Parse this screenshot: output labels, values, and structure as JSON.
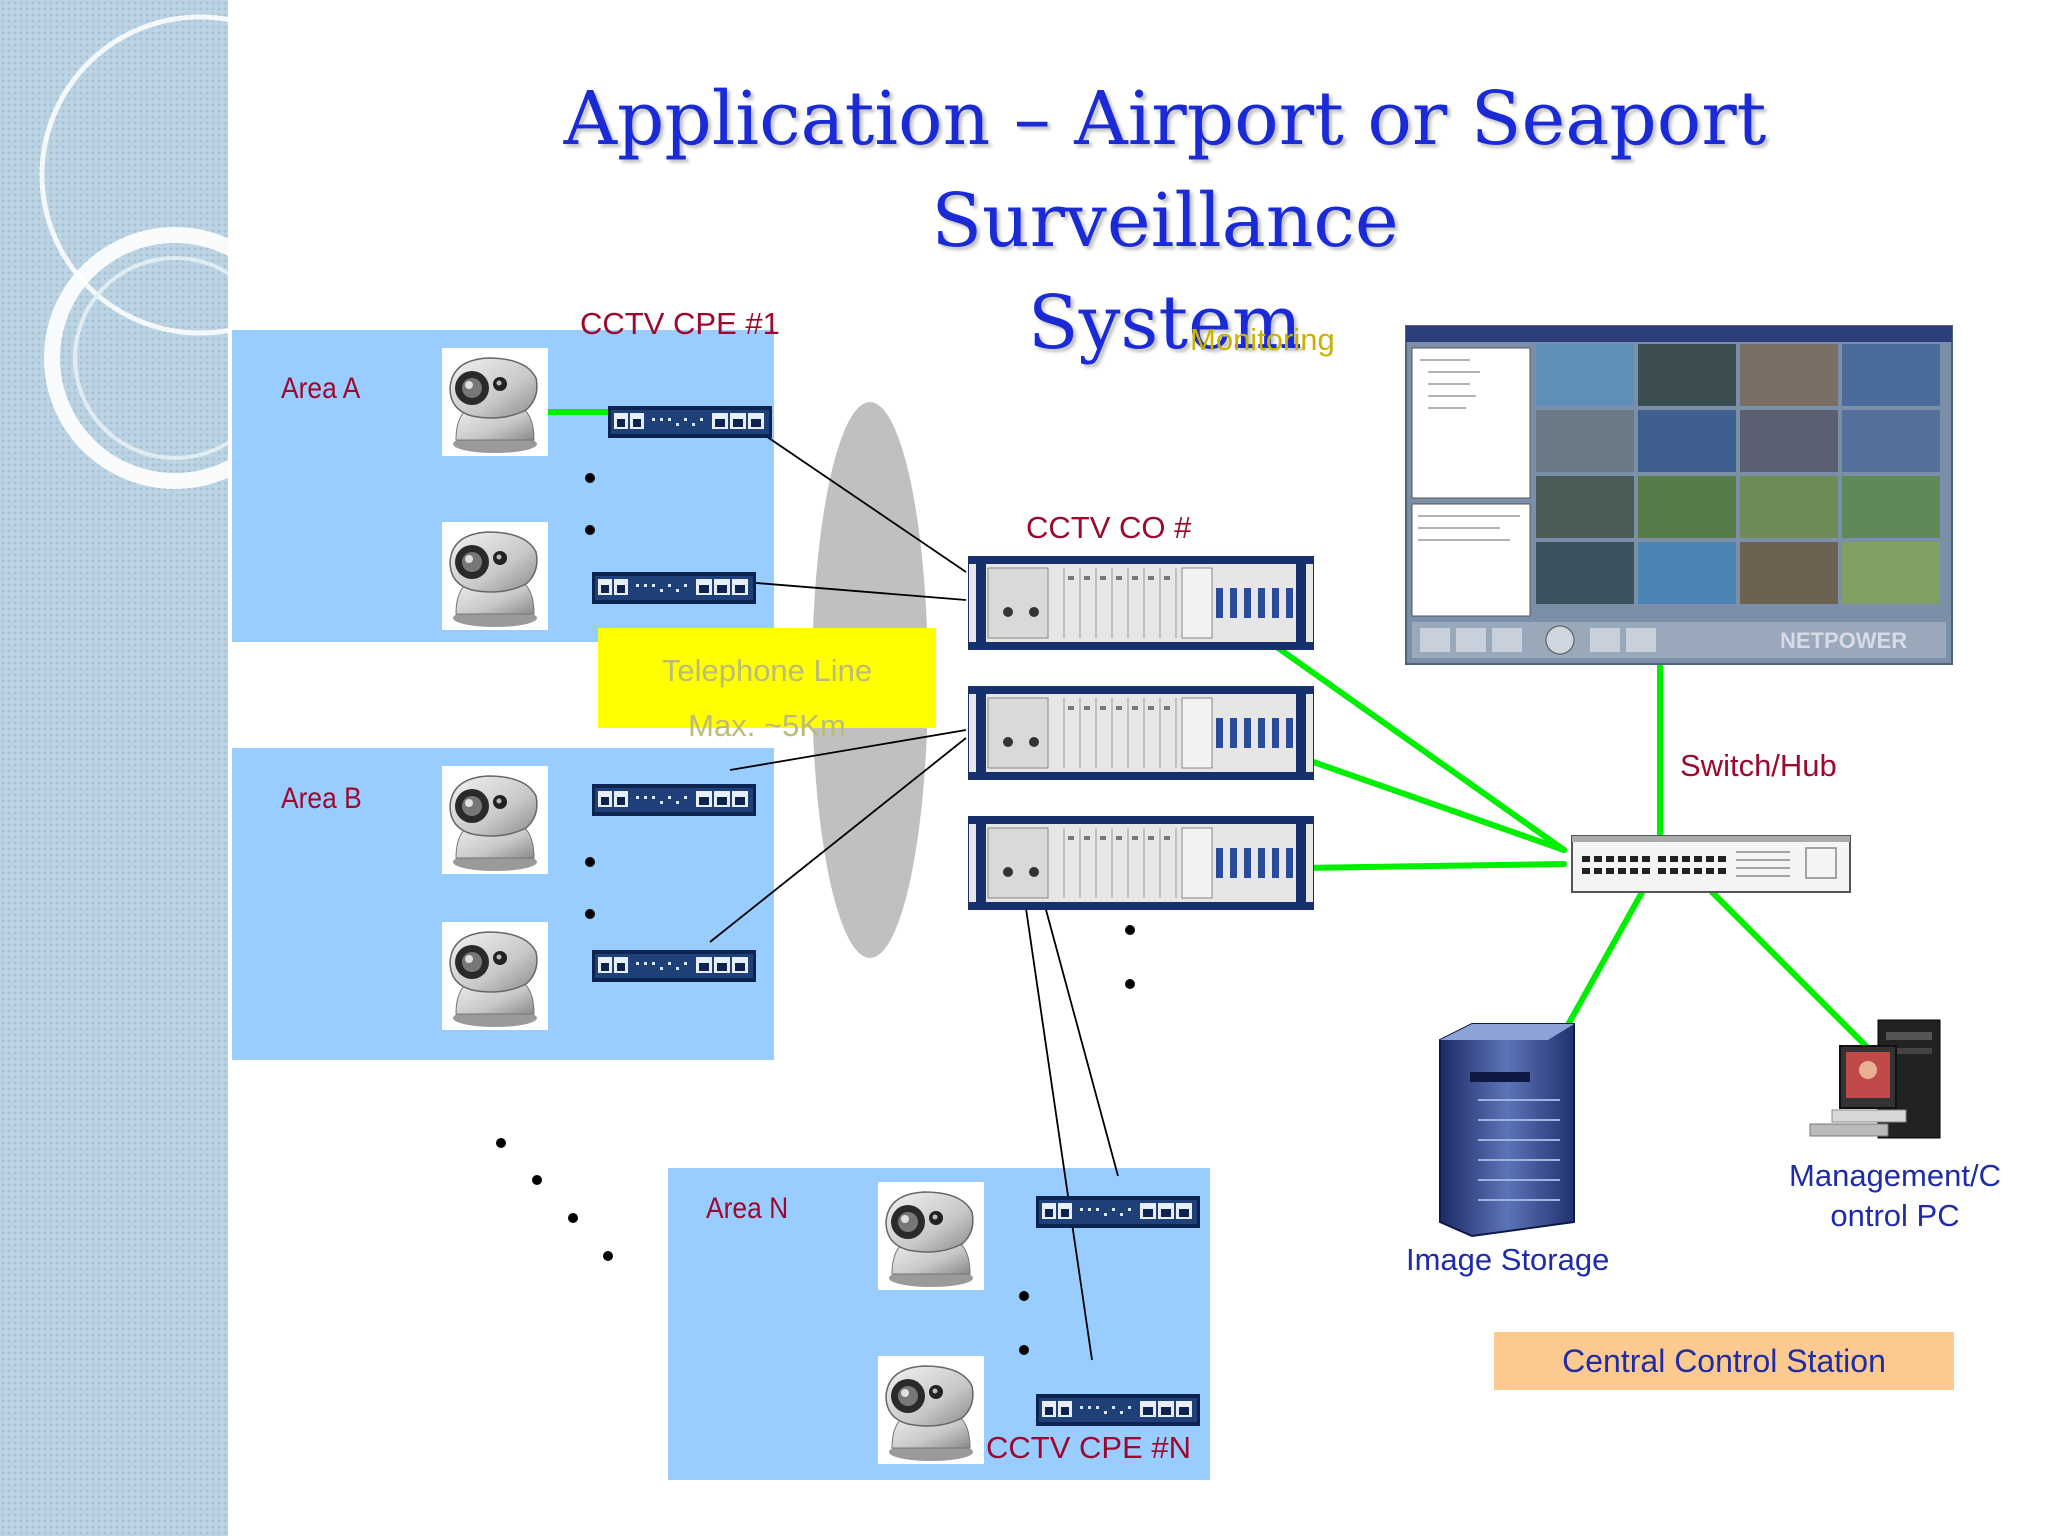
{
  "title": {
    "line1": "Application – Airport or Seaport Surveillance",
    "line2": "System"
  },
  "areas": {
    "a": "Area A",
    "b": "Area B",
    "n": "Area N"
  },
  "labels": {
    "cpe_first": "CCTV CPE #1",
    "cpe_last": "CCTV CPE #N",
    "co": "CCTV CO #",
    "monitoring": "Monitoring",
    "switch_hub": "Switch/Hub",
    "image_storage": "Image Storage",
    "mgmt_pc_line1": "Management/C",
    "mgmt_pc_line2": "ontrol PC",
    "central_station": "Central Control Station"
  },
  "telephone": {
    "line1": "Telephone Line",
    "line2": "Max. ~5Km"
  },
  "monitor_screen": {
    "brand": "NETPOWER"
  },
  "colors": {
    "title": "#1a2bd6",
    "area_fill": "#99ccff",
    "ethernet_link": "#00ee00",
    "phone_link": "#000000",
    "label_red": "#9b0a2e",
    "label_blue": "#1f2ca8",
    "label_gold": "#c8b400",
    "telephone_box": "#ffff00",
    "central_box": "#fcc98f"
  }
}
